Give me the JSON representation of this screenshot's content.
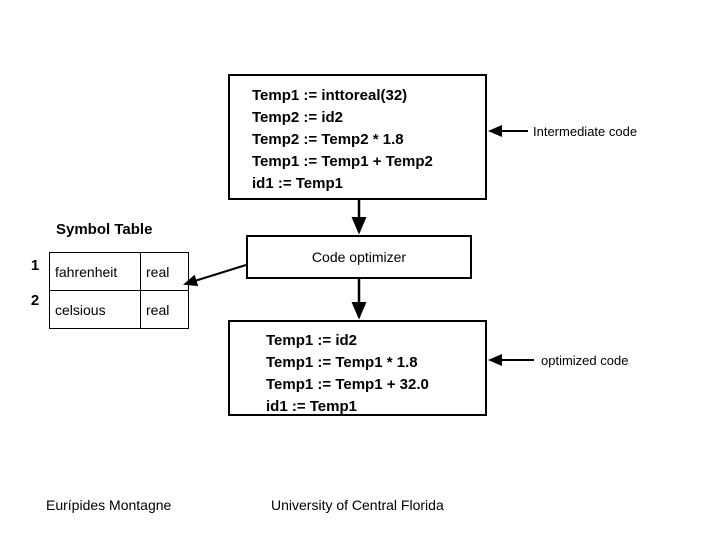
{
  "diagram": {
    "intermediate_code_box": {
      "lines": [
        "Temp1 := inttoreal(32)",
        "Temp2 := id2",
        "Temp2 := Temp2 * 1.8",
        "Temp1 := Temp1 + Temp2",
        "id1 := Temp1"
      ]
    },
    "code_optimizer_box": {
      "label": "Code optimizer"
    },
    "optimized_code_box": {
      "lines": [
        "Temp1 := id2",
        "Temp1 := Temp1 * 1.8",
        "Temp1 := Temp1 + 32.0",
        "id1 := Temp1"
      ]
    },
    "annotations": {
      "intermediate_code": "Intermediate code",
      "optimized_code": "optimized code"
    },
    "symbol_table": {
      "title": "Symbol Table",
      "rows": [
        {
          "number": "1",
          "name": "fahrenheit",
          "type": "real"
        },
        {
          "number": "2",
          "name": "celsious",
          "type": "real"
        }
      ]
    },
    "footer": {
      "author": "Eurípides Montagne",
      "institution": "University of Central Florida"
    },
    "colors": {
      "stroke": "#000000",
      "background": "#ffffff",
      "text": "#000000"
    }
  }
}
